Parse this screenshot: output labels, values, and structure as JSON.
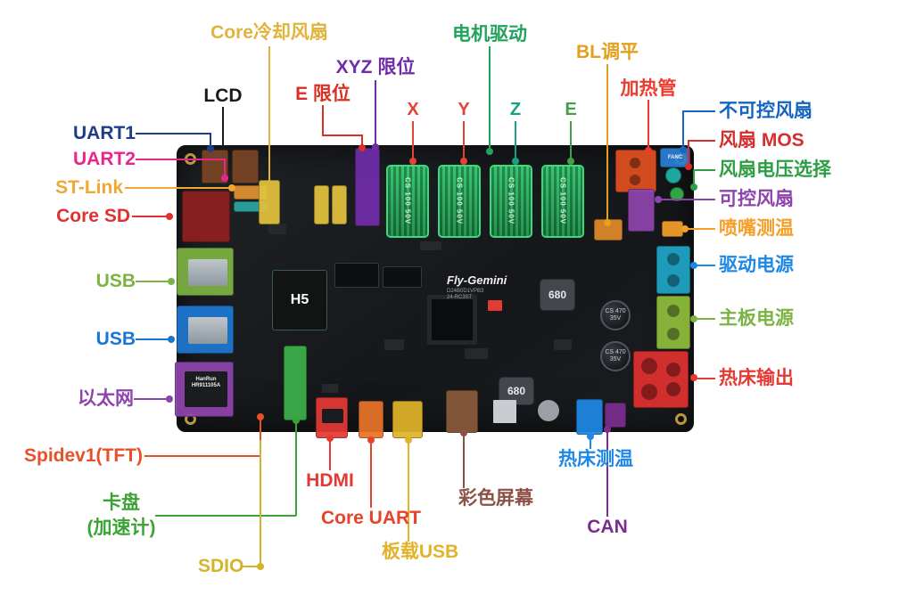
{
  "board": {
    "name": "Fly-Gemini",
    "rev_line1": "D24B0D1VPB3",
    "rev_line2": "24-RC3ST",
    "soc": "H5",
    "inductor": "680",
    "capacitor": "CS 470 35V",
    "driver_cap": "CS 100 50V",
    "fan_port": "FANC",
    "ethernet_jack": "HanRun HR911105A"
  },
  "ann": {
    "core_fan": {
      "text": "Core冷却风扇",
      "color": "#E2B33C"
    },
    "xyz_limit": {
      "text": "XYZ 限位",
      "color": "#6F2DA8"
    },
    "e_limit": {
      "text": "E 限位",
      "color": "#D93025"
    },
    "motor_driver": {
      "text": "电机驱动",
      "color": "#21A35B"
    },
    "bl_level": {
      "text": "BL调平",
      "color": "#E2A01C"
    },
    "heater": {
      "text": "加热管",
      "color": "#ED3B2F"
    },
    "lcd": {
      "text": "LCD",
      "color": "#1A1A1A"
    },
    "axis_x": {
      "text": "X",
      "color": "#E34234"
    },
    "axis_y": {
      "text": "Y",
      "color": "#E34234"
    },
    "axis_z": {
      "text": "Z",
      "color": "#16A085"
    },
    "axis_e": {
      "text": "E",
      "color": "#43A047"
    },
    "uart1": {
      "text": "UART1",
      "color": "#1F3C88"
    },
    "uart2": {
      "text": "UART2",
      "color": "#E9258C"
    },
    "stlink": {
      "text": "ST-Link",
      "color": "#F0A832"
    },
    "core_sd": {
      "text": "Core SD",
      "color": "#E03131"
    },
    "usb_top": {
      "text": "USB",
      "color": "#7CB342"
    },
    "usb_bottom": {
      "text": "USB",
      "color": "#1976D2"
    },
    "ethernet": {
      "text": "以太网",
      "color": "#8E44AD"
    },
    "spidev": {
      "text": "Spidev1(TFT)",
      "color": "#E8502A"
    },
    "chuck": {
      "text": "卡盘",
      "text2": "(加速计)",
      "color": "#3BA335"
    },
    "sdio": {
      "text": "SDIO",
      "color": "#D4B42A"
    },
    "hdmi": {
      "text": "HDMI",
      "color": "#E53935"
    },
    "core_uart": {
      "text": "Core UART",
      "color": "#E8432A"
    },
    "onboard_usb": {
      "text": "板载USB",
      "color": "#E0B32A"
    },
    "color_screen": {
      "text": "彩色屏幕",
      "color": "#8C5146"
    },
    "bed_temp": {
      "text": "热床测温",
      "color": "#1E88E5"
    },
    "can": {
      "text": "CAN",
      "color": "#7B2D8E"
    },
    "fan_uncontrolled": {
      "text": "不可控风扇",
      "color": "#1565C0"
    },
    "fan_mos": {
      "text": "风扇 MOS",
      "color": "#D32F2F"
    },
    "fan_voltage": {
      "text": "风扇电压选择",
      "color": "#2E9E44"
    },
    "fan_controlled": {
      "text": "可控风扇",
      "color": "#8E44AD"
    },
    "nozzle_temp": {
      "text": "喷嘴测温",
      "color": "#F59F2A"
    },
    "driver_power": {
      "text": "驱动电源",
      "color": "#1E88E5"
    },
    "mainboard_power": {
      "text": "主板电源",
      "color": "#7CB342"
    },
    "bed_output": {
      "text": "热床输出",
      "color": "#E53935"
    }
  }
}
